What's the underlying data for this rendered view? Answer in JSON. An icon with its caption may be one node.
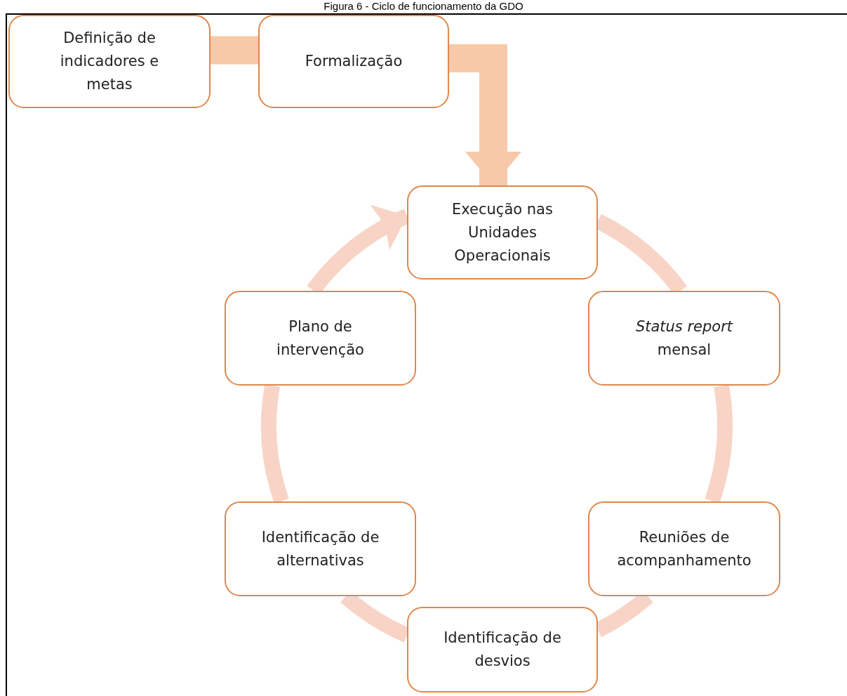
{
  "diagram": {
    "title": "Figura 6 - Ciclo de funcionamento da GDO",
    "nodes": [
      {
        "text": [
          "Definição de indicadores e metas"
        ]
      },
      {
        "text": [
          "Formalização"
        ]
      },
      {
        "text": [
          "Execução nas Unidades Operacionais"
        ]
      },
      {
        "text": [
          "*Status report* mensal"
        ]
      },
      {
        "text": [
          "Reuniões de acompanhamento"
        ]
      },
      {
        "text": [
          "Identificação de desvios"
        ]
      },
      {
        "text": [
          "Identificação de alternativas"
        ]
      },
      {
        "text": [
          "Plano de intervenção"
        ]
      }
    ],
    "edges": [
      {
        "from": 0,
        "to": 1,
        "arrow": "none",
        "style": "thick"
      },
      {
        "from": 1,
        "to": 2,
        "arrow": "to",
        "style": "thick"
      },
      {
        "from": 2,
        "to": 3,
        "arrow": "none"
      },
      {
        "from": 3,
        "to": 4,
        "arrow": "none"
      },
      {
        "from": 4,
        "to": 5,
        "arrow": "none"
      },
      {
        "from": 5,
        "to": 6,
        "arrow": "none"
      },
      {
        "from": 6,
        "to": 7,
        "arrow": "none"
      },
      {
        "from": 7,
        "to": 2,
        "arrow": "to"
      }
    ]
  }
}
